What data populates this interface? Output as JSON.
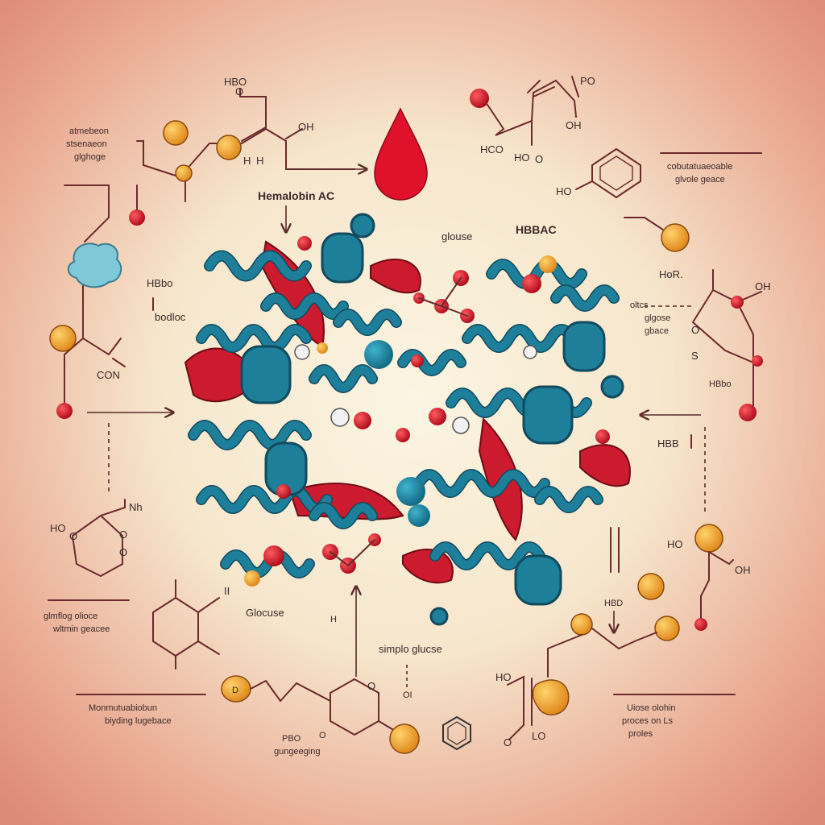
{
  "colors": {
    "background_center": "#f8f0dc",
    "background_edge": "#e0907a",
    "helix": "#1d7f99",
    "helix_dark": "#124a5e",
    "ribbon": "#cc1a2e",
    "atom_red": "#d81e2c",
    "atom_orange": "#f2a833",
    "drop": "#e0112b"
  },
  "labels": {
    "hbo_top": "HBO",
    "ho_top_right": "HO",
    "oh_top_left": "OH",
    "h_top_left": "H",
    "hco": "HCO",
    "ho_mid_top": "HO",
    "oh_top_right": "OH",
    "o_top_right": "O",
    "ho_benzene": "HO",
    "hemoglobin": "Hemalobin AC",
    "glucose_top": "glouse",
    "hbbac": "HBBAC",
    "hbbo": "HBbo",
    "bodloc": "bodloc",
    "hor": "HoR.",
    "oh_right": "OH",
    "hbbo_right": "HBbo",
    "con": "CON",
    "nh": "Nh",
    "ho_left": "HO",
    "hbb": "HBB",
    "ho_right": "HO",
    "oh_right_low": "OH",
    "glucose_mid": "Glocuse",
    "h_mid": "H",
    "simple_glucose": "simplo glucse",
    "hbd": "HBD",
    "pbo": "PBO",
    "ho_bottom": "HO",
    "lo": "LO",
    "o_bottom": "O",
    "oi": "OI"
  },
  "annotations": {
    "top_left": [
      "atmebeon",
      "stsenaeon",
      "glghoge"
    ],
    "top_right": [
      "cobutatuaeoable",
      "glvole geace"
    ],
    "right_mid": [
      "oltcs",
      "glgose",
      "gbace"
    ],
    "left_bottom": [
      "glmflog olioce",
      "wltmin geacee"
    ],
    "bottom_left": [
      "Monmutuabiobun",
      "biyding lugebace"
    ],
    "bottom_center": "gungeeging",
    "bottom_right": [
      "Uiose olohin",
      "proces on Ls",
      "proles"
    ]
  }
}
